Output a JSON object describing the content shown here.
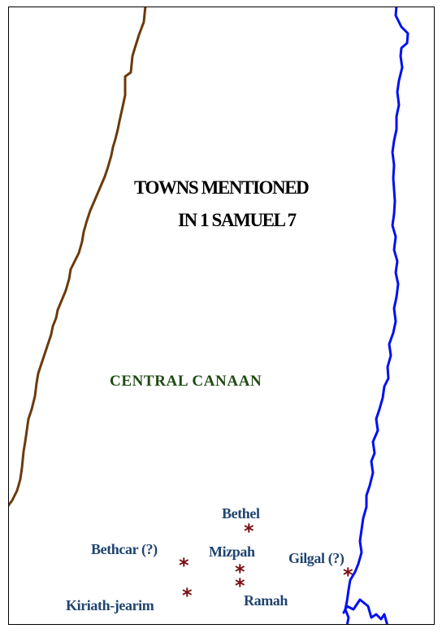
{
  "map": {
    "title_line1": "TOWNS MENTIONED",
    "title_line2": "IN 1 SAMUEL 7",
    "region_label": "CENTRAL CANAAN",
    "marker_glyph": "*",
    "towns": {
      "bethel": "Bethel",
      "bethcar": "Bethcar (?)",
      "mizpah": "Mizpah",
      "gilgal": "Gilgal (?)",
      "kiriath_jearim": "Kiriath-jearim",
      "ramah": "Ramah"
    },
    "colors": {
      "background": "#ffffff",
      "frame": "#000000",
      "title": "#000000",
      "region_label": "#1e4a12",
      "town_label": "#1f4470",
      "town_marker": "#7a0d12",
      "coastline": "#6b3a0c",
      "jordan_river": "#0010f0"
    }
  }
}
